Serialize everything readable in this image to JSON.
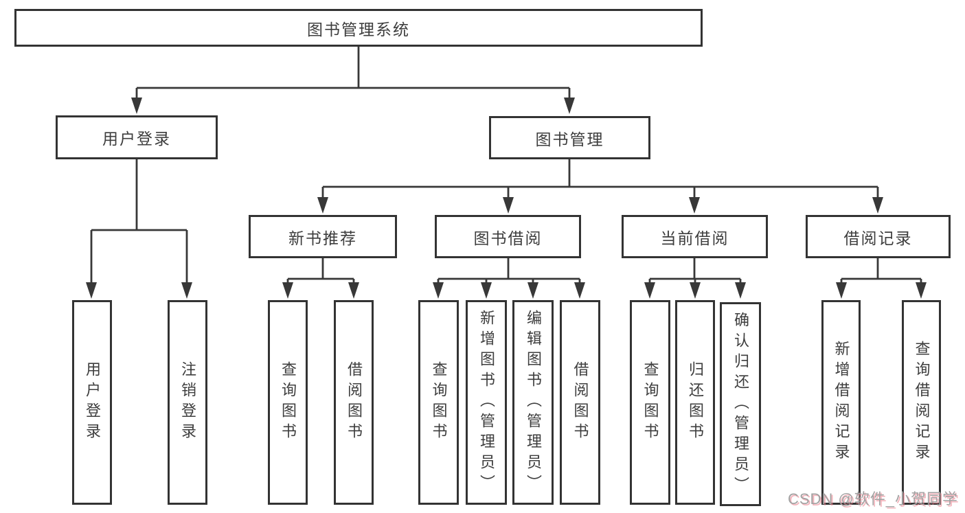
{
  "nodes": {
    "root": "图书管理系统",
    "user_login": "用户登录",
    "book_manage": "图书管理",
    "new_book_recommend": "新书推荐",
    "book_borrow": "图书借阅",
    "current_borrow": "当前借阅",
    "borrow_record": "借阅记录",
    "leaf_user_login": "用户登录",
    "leaf_logout_login": "注销登录",
    "leaf_recommend_query_book": "查询图书",
    "leaf_recommend_borrow_book": "借阅图书",
    "leaf_borrow_query_book": "查询图书",
    "leaf_borrow_add_book_admin": "新增图书（管理员）",
    "leaf_borrow_edit_book_admin": "编辑图书（管理员）",
    "leaf_borrow_borrow_book": "借阅图书",
    "leaf_current_query_book": "查询图书",
    "leaf_current_return_book": "归还图书",
    "leaf_current_confirm_return_admin": "确认归还（管理员）",
    "leaf_record_add_borrow_record": "新增借阅记录",
    "leaf_record_query_borrow_record": "查询借阅记录"
  },
  "watermark": "CSDN @软件_小贺同学",
  "colors": {
    "line": "#383838",
    "box_border": "#333333",
    "text": "#3d3d3d",
    "background": "#ffffff",
    "watermark_gray": "#a2a2a2",
    "watermark_pink": "#ec808d"
  }
}
